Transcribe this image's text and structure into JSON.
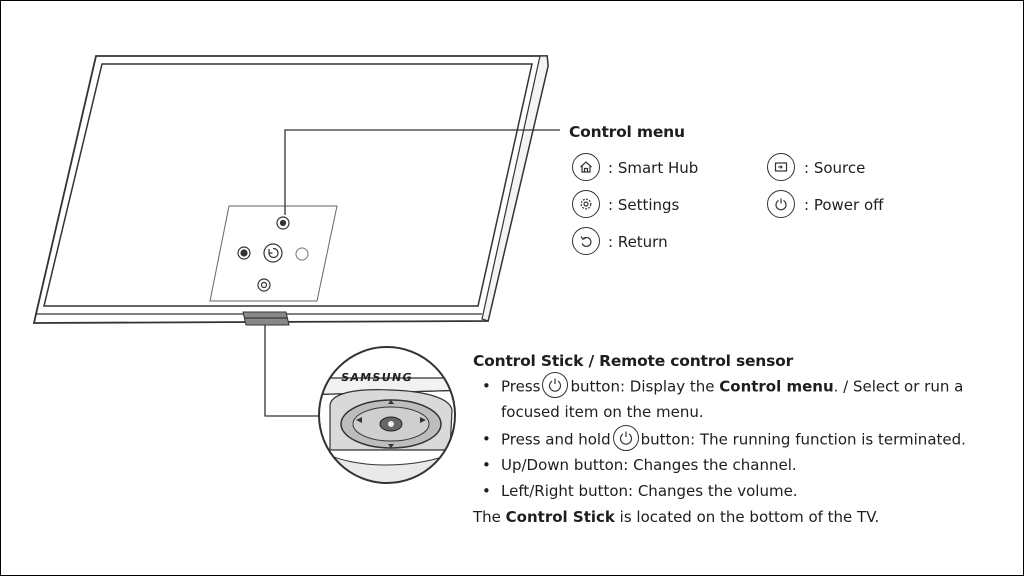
{
  "control_menu": {
    "title": "Control menu",
    "items": [
      {
        "icon": "home-icon",
        "label": ": Smart Hub"
      },
      {
        "icon": "source-icon",
        "label": ": Source"
      },
      {
        "icon": "settings-icon",
        "label": ": Settings"
      },
      {
        "icon": "power-icon",
        "label": ": Power off"
      },
      {
        "icon": "return-icon",
        "label": ": Return"
      }
    ]
  },
  "control_stick": {
    "title": "Control Stick / Remote control sensor",
    "brand": "SAMSUNG",
    "bullet_marker": "•",
    "bullets": [
      {
        "pre": "Press",
        "post": "button: Display the",
        "bold": "Control menu",
        "rest": ". / Select or run a",
        "line2": "focused item on the menu."
      },
      {
        "pre": "Press and hold",
        "post": "button: The running function is terminated."
      },
      {
        "text": "Up/Down button: Changes the channel."
      },
      {
        "text": "Left/Right button: Changes the volume."
      }
    ],
    "footer": {
      "pre": "The ",
      "bold": "Control Stick",
      "post": " is located on the bottom of the TV."
    }
  }
}
